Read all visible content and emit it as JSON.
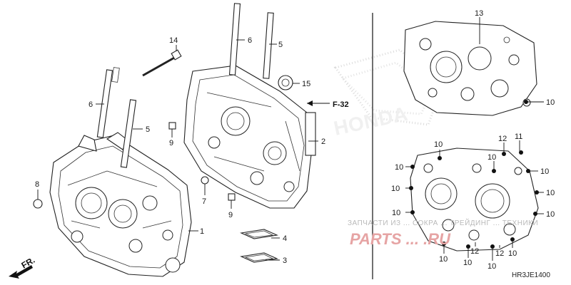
{
  "diagram_code": "HR3JE1400",
  "reference_label": "F-32",
  "direction_label": "FR.",
  "watermark_brand": "HONDA",
  "watermark_caption": "ЗАПЧАСТИ ИЗ ... СОКРА ... ТРЕЙДИНГ ... ТЕХНИКИ",
  "watermark_site": "PARTS ... .RU",
  "callouts": {
    "c1": "1",
    "c2": "2",
    "c3": "3",
    "c4": "4",
    "c5a": "5",
    "c5b": "5",
    "c6a": "6",
    "c6b": "6",
    "c7": "7",
    "c8": "8",
    "c9a": "9",
    "c9b": "9",
    "c11": "11",
    "c12a": "12",
    "c12b": "12",
    "c12c": "12",
    "c13": "13",
    "c14": "14",
    "c15": "15",
    "c10": "10"
  },
  "colors": {
    "line": "#111111",
    "watermark_red": "#e6a4a4",
    "watermark_gray": "#b9b9b9"
  }
}
